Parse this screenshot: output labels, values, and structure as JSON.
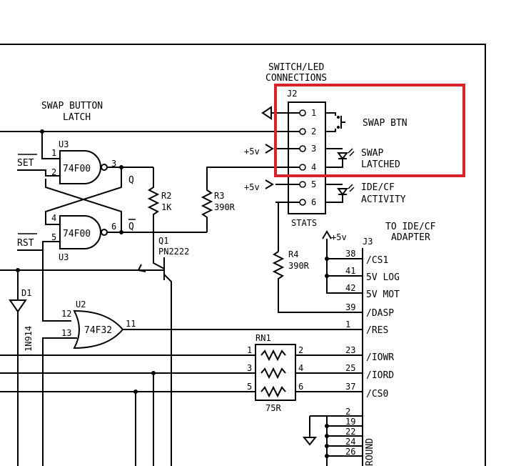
{
  "colors": {
    "ink": "#000000",
    "highlight": "#d9232a",
    "paper": "#ffffff"
  },
  "labels": {
    "swap_latch": [
      "SWAP BUTTON",
      "LATCH"
    ],
    "switch_led": [
      "SWITCH/LED",
      "CONNECTIONS"
    ],
    "j2": "J2",
    "j2_pins": [
      "1",
      "2",
      "3",
      "4",
      "5",
      "6"
    ],
    "swap_btn": "SWAP BTN",
    "swap_latched": [
      "SWAP",
      "LATCHED"
    ],
    "ide_activity": [
      "IDE/CF",
      "ACTIVITY"
    ],
    "stats": "STATS",
    "plus5v": "+5v",
    "u3_top": "U3",
    "u3_bottom": "U3",
    "u3_part": "74F00",
    "set_label": "SET",
    "rst_label": "RST",
    "q": "Q",
    "q_bar": "Q",
    "u3a_pins": [
      "1",
      "2",
      "3"
    ],
    "u3b_pins": [
      "4",
      "5",
      "6"
    ],
    "r2": [
      "R2",
      "1K"
    ],
    "r3": [
      "R3",
      "390R"
    ],
    "r4": [
      "R4",
      "390R"
    ],
    "q1": [
      "Q1",
      "PN2222"
    ],
    "d1": "D1",
    "d1_part": "1N914",
    "u2": "U2",
    "u2_part": "74F32",
    "u2_pins": [
      "12",
      "13",
      "11"
    ],
    "rn1": "RN1",
    "rn1_value": "75R",
    "rn1_pins": [
      "1",
      "2",
      "3",
      "4",
      "5",
      "6"
    ],
    "to_ide": [
      "TO IDE/CF",
      "ADAPTER"
    ],
    "j3": "J3",
    "j3_pins": [
      "38",
      "41",
      "42",
      "39",
      "1",
      "23",
      "25",
      "37"
    ],
    "j3_signals": [
      "/CS1",
      "5V LOG",
      "5V MOT",
      "/DASP",
      "/RES",
      "/IOWR",
      "/IORD",
      "/CS0"
    ],
    "gnd_pins": [
      "2",
      "19",
      "22",
      "24",
      "26"
    ],
    "ground_text": "ROUND"
  }
}
